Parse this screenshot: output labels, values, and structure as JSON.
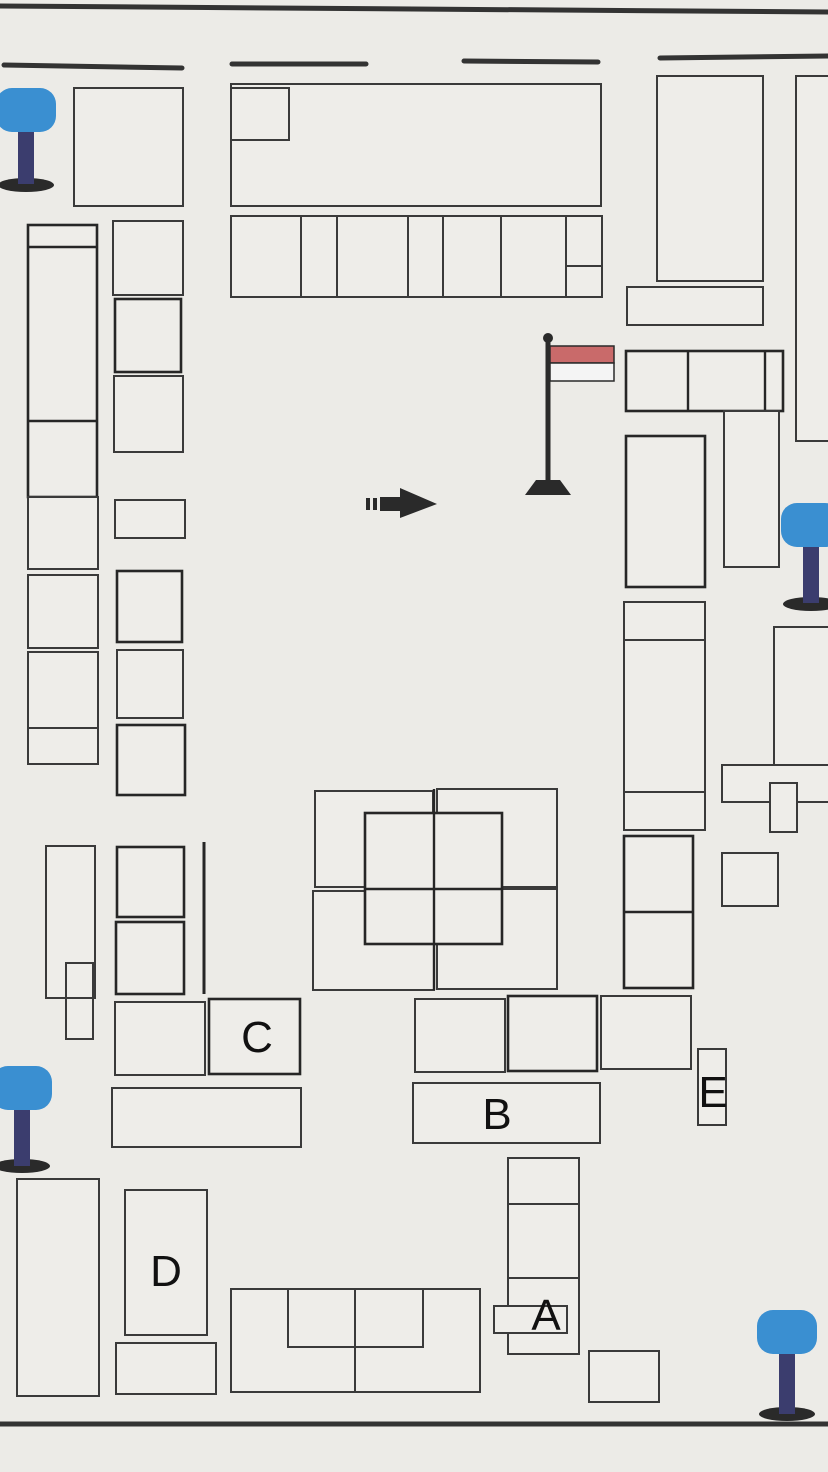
{
  "map": {
    "labels": {
      "A": "A",
      "B": "B",
      "C": "C",
      "D": "D",
      "E": "E"
    },
    "flag_colors": {
      "top": "#c96a6a",
      "bottom": "#f4f4f4"
    },
    "tower_color": "#3a8fd1",
    "tower_post_color": "#3b3d6e",
    "icons": [
      "water-tower-icon",
      "flag-icon",
      "arrow-icon"
    ]
  }
}
